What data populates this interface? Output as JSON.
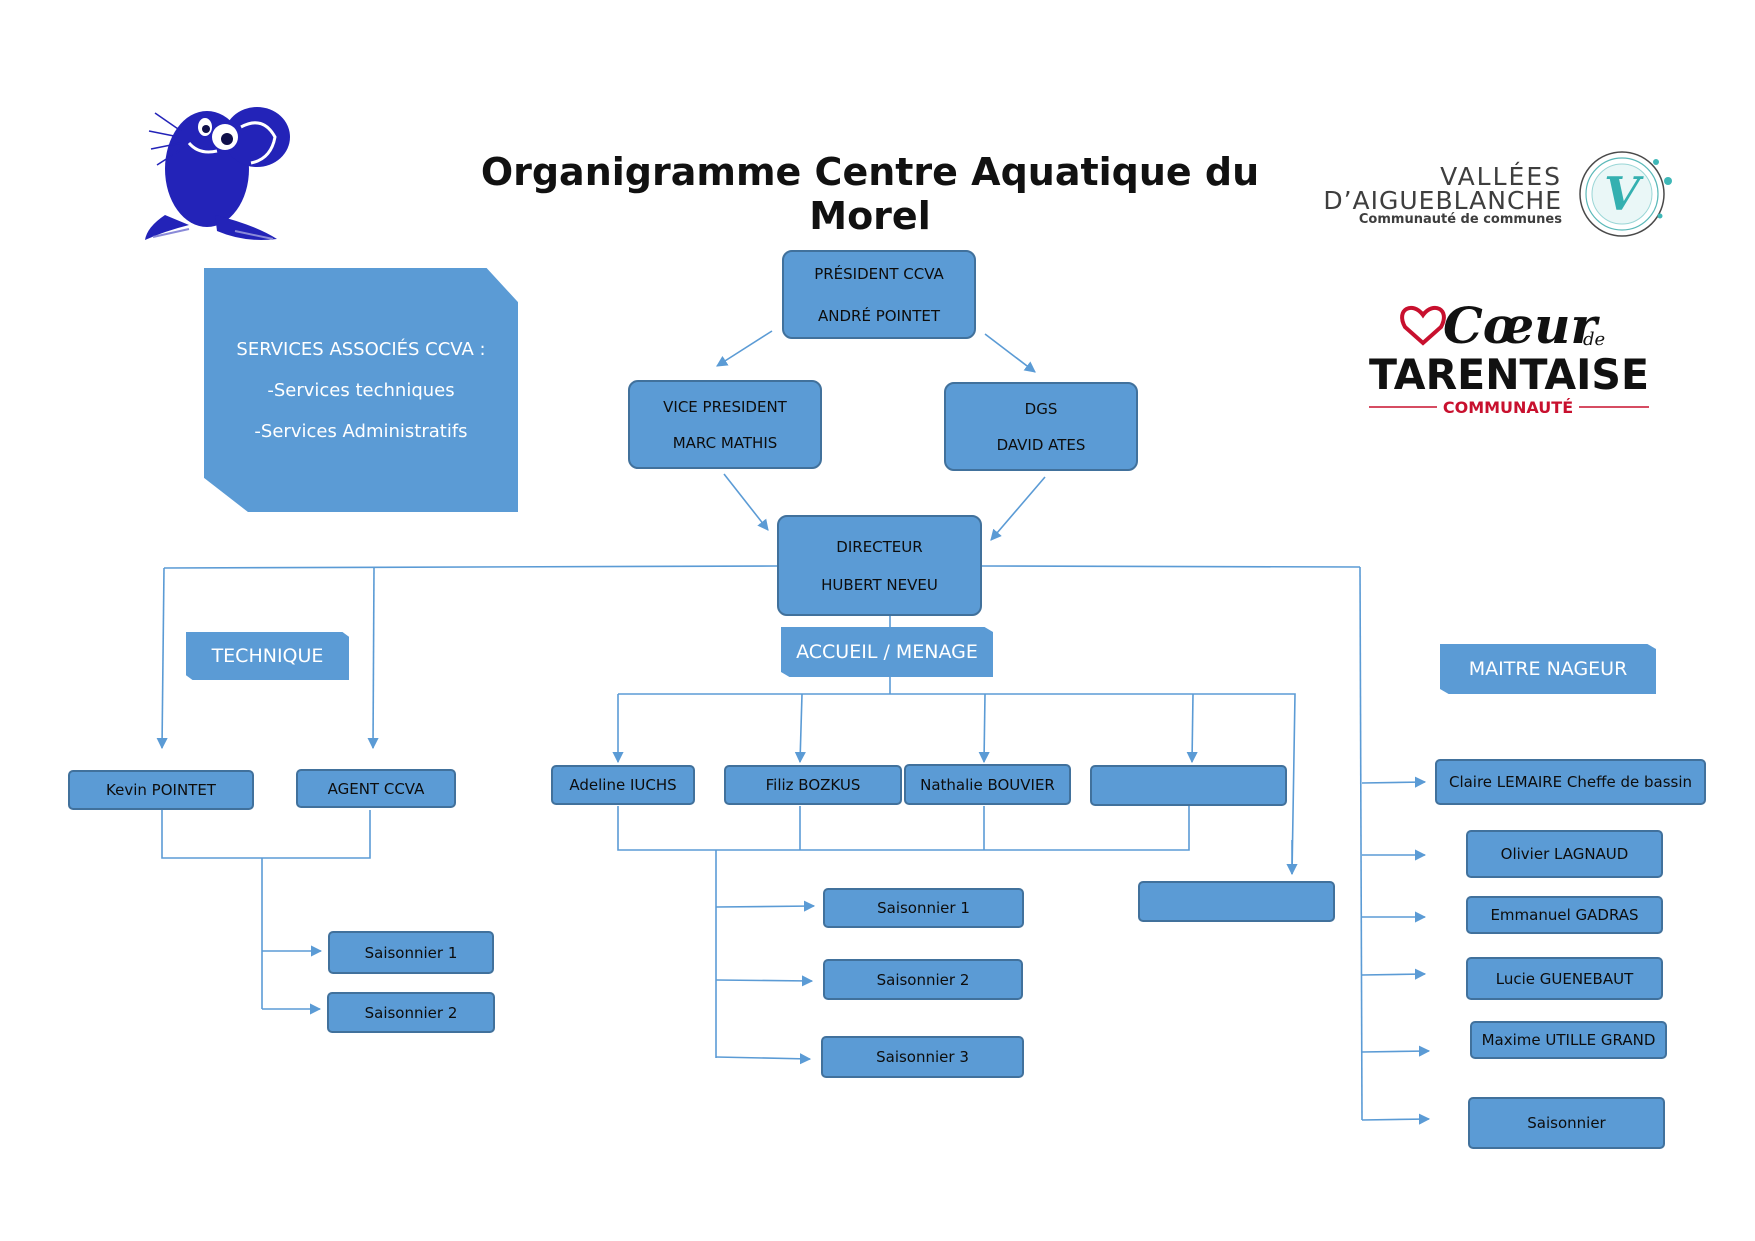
{
  "title": "Organigramme Centre Aquatique du Morel",
  "services": {
    "heading": "SERVICES ASSOCIÉS CCVA :",
    "items": [
      "-Services techniques",
      "-Services Administratifs"
    ]
  },
  "logos": {
    "vallees_line1": "VALLÉES",
    "vallees_line2": "D’AIGUEBLANCHE",
    "vallees_line3": "Communauté de communes",
    "vallees_mark": "V",
    "coeur_script": "Cœur",
    "coeur_de": "de",
    "coeur_main": "TARENTAISE",
    "coeur_sub": "COMMUNAUTÉ"
  },
  "nodes": {
    "president": {
      "line1": "PRÉSIDENT CCVA",
      "line2": "ANDRÉ POINTET"
    },
    "vice_president": {
      "line1": "VICE PRESIDENT",
      "line2": "MARC MATHIS"
    },
    "dgs": {
      "line1": "DGS",
      "line2": "DAVID ATES"
    },
    "directeur": {
      "line1": "DIRECTEUR",
      "line2": "HUBERT NEVEU"
    }
  },
  "departments": {
    "technique": {
      "label": "TECHNIQUE",
      "staff": [
        "Kevin POINTET",
        "AGENT CCVA"
      ],
      "seasonal": [
        "Saisonnier 1",
        "Saisonnier 2"
      ]
    },
    "accueil": {
      "label": "ACCUEIL / MENAGE",
      "staff": [
        "Adeline IUCHS",
        "Filiz BOZKUS",
        "Nathalie BOUVIER",
        ""
      ],
      "extra": "",
      "seasonal": [
        "Saisonnier 1",
        "Saisonnier 2",
        "Saisonnier 3"
      ]
    },
    "maitre_nageur": {
      "label": "MAITRE NAGEUR",
      "staff": [
        "Claire LEMAIRE Cheffe de bassin",
        "Olivier LAGNAUD",
        "Emmanuel GADRAS",
        "Lucie GUENEBAUT",
        "Maxime UTILLE GRAND",
        "Saisonnier"
      ]
    }
  },
  "colors": {
    "box_fill": "#5b9bd5",
    "box_border": "#41719c",
    "seal": "#2323b8",
    "coeur_red": "#c8102e"
  }
}
